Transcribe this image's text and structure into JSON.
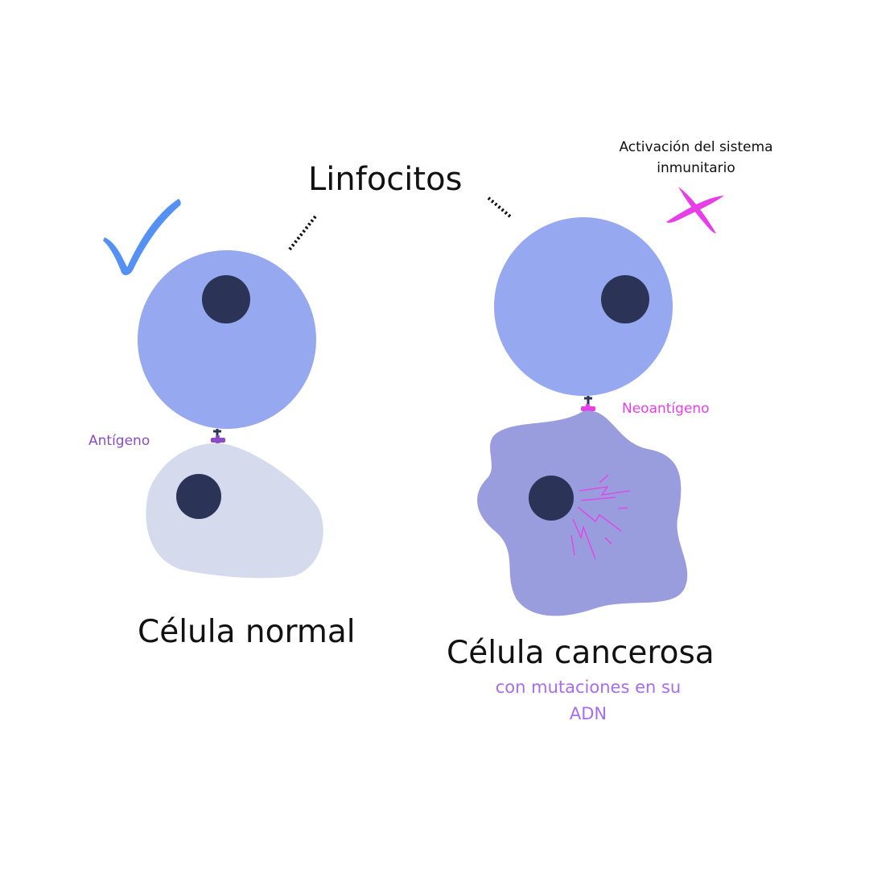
{
  "labels": {
    "title": "Linfocitos",
    "activation": "Activación del sistema inmunitario",
    "antigen": "Antígeno",
    "neoantigen": "Neoantígeno",
    "normal_cell": "Célula normal",
    "cancer_cell": "Célula cancerosa",
    "mutations": "con mutaciones en su ADN"
  },
  "colors": {
    "lymphocyte": "#96a8ef",
    "nucleus": "#2b3357",
    "normal_cell": "#d6daed",
    "cancer_cell": "#9a9ddd",
    "antigen": "#8a4cc4",
    "neoantigen": "#e83ee8",
    "check": "#5591f3",
    "cross": "#e83ee8",
    "text": "#111111",
    "subtitle": "#a86cf0"
  },
  "icons": {
    "check": "check-icon",
    "cross": "cross-icon"
  }
}
